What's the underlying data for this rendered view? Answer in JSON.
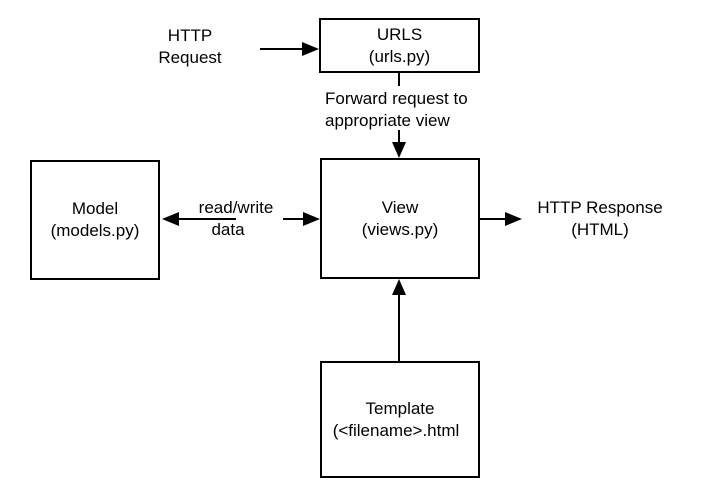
{
  "diagram": {
    "title": "Django request/response architecture diagram",
    "colors": {
      "background": "#ffffff",
      "line": "#000000",
      "text": "#000000"
    },
    "boxes": {
      "urls": {
        "line1": "URLS",
        "line2": "(urls.py)"
      },
      "model": {
        "line1": "Model",
        "line2": "(models.py)"
      },
      "view": {
        "line1": "View",
        "line2": "(views.py)"
      },
      "template": {
        "line1": "Template",
        "line2": "(<filename>.html"
      }
    },
    "labels": {
      "http_request": {
        "line1": "HTTP",
        "line2": "Request"
      },
      "forward": {
        "line1": "Forward request to",
        "line2": "appropriate view"
      },
      "read_write": {
        "line1": "read/write",
        "line2": "data"
      },
      "http_response": {
        "line1": "HTTP Response",
        "line2": "(HTML)"
      }
    }
  }
}
